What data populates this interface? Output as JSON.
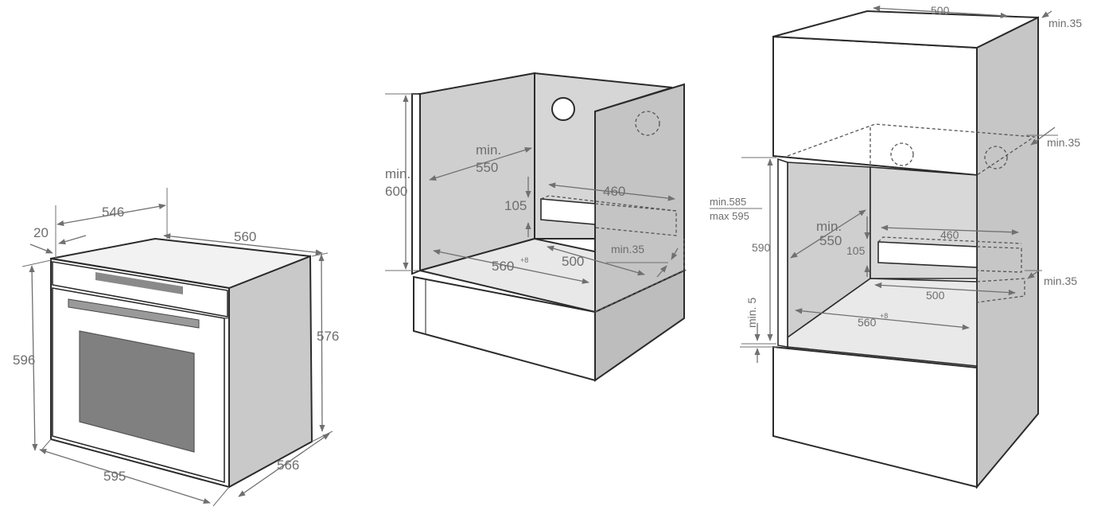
{
  "oven": {
    "dims": {
      "depth_body": "546",
      "front_panel": "20",
      "width_body": "560",
      "height_total": "596",
      "height_body": "576",
      "width_total": "595",
      "depth_total": "566"
    }
  },
  "under_counter": {
    "dims": {
      "min_height_line1": "min.",
      "min_height_line2": "600",
      "min_depth_line1": "min.",
      "min_depth_line2": "550",
      "vent_width": "460",
      "vent_height": "105",
      "niche_width": "560",
      "niche_width_tol": "+8",
      "back_depth": "500",
      "rear_gap": "min.35"
    }
  },
  "column": {
    "dims": {
      "top_depth": "500",
      "top_gap": "min.35",
      "mid_gap": "min.35",
      "height_range_line1": "min.585",
      "height_range_line2": "max 595",
      "niche_height": "590",
      "min_depth_line1": "min.",
      "min_depth_line2": "550",
      "vent_width": "460",
      "vent_height": "105",
      "side_gap": "min.35",
      "back_depth": "500",
      "base_gap": "min. 5",
      "niche_width": "560",
      "niche_width_tol": "+8"
    }
  }
}
